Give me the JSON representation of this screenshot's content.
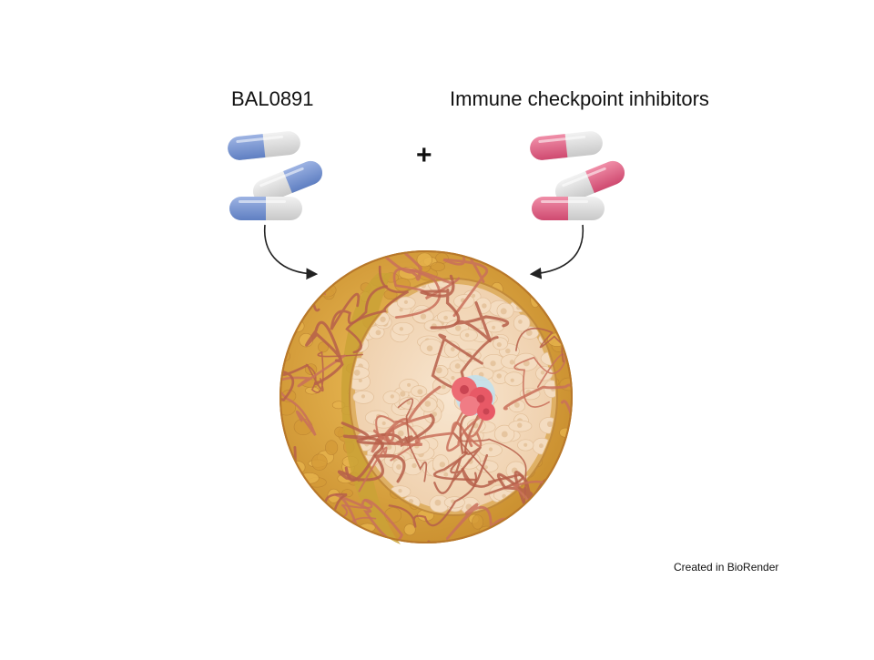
{
  "labels": {
    "drug_a": "BAL0891",
    "plus": "+",
    "drug_b": "Immune checkpoint inhibitors",
    "credit": "Created in BioRender"
  },
  "colors": {
    "drug_a_capsule": "#6e8fcf",
    "drug_b_capsule": "#d9557a",
    "capsule_grey": "#d6d6d6",
    "sphere_outer": "#d9a441",
    "sphere_inner": "#f3dcc0",
    "vessel": "#c9705a",
    "tumor": "#ec6b73",
    "tumor_halo": "#bfe1ee"
  },
  "icons": {
    "drug_a": "capsule-pill-icon",
    "drug_b": "capsule-pill-icon",
    "arrow": "curved-arrow-icon",
    "organoid": "tumor-organoid-sphere-icon"
  }
}
